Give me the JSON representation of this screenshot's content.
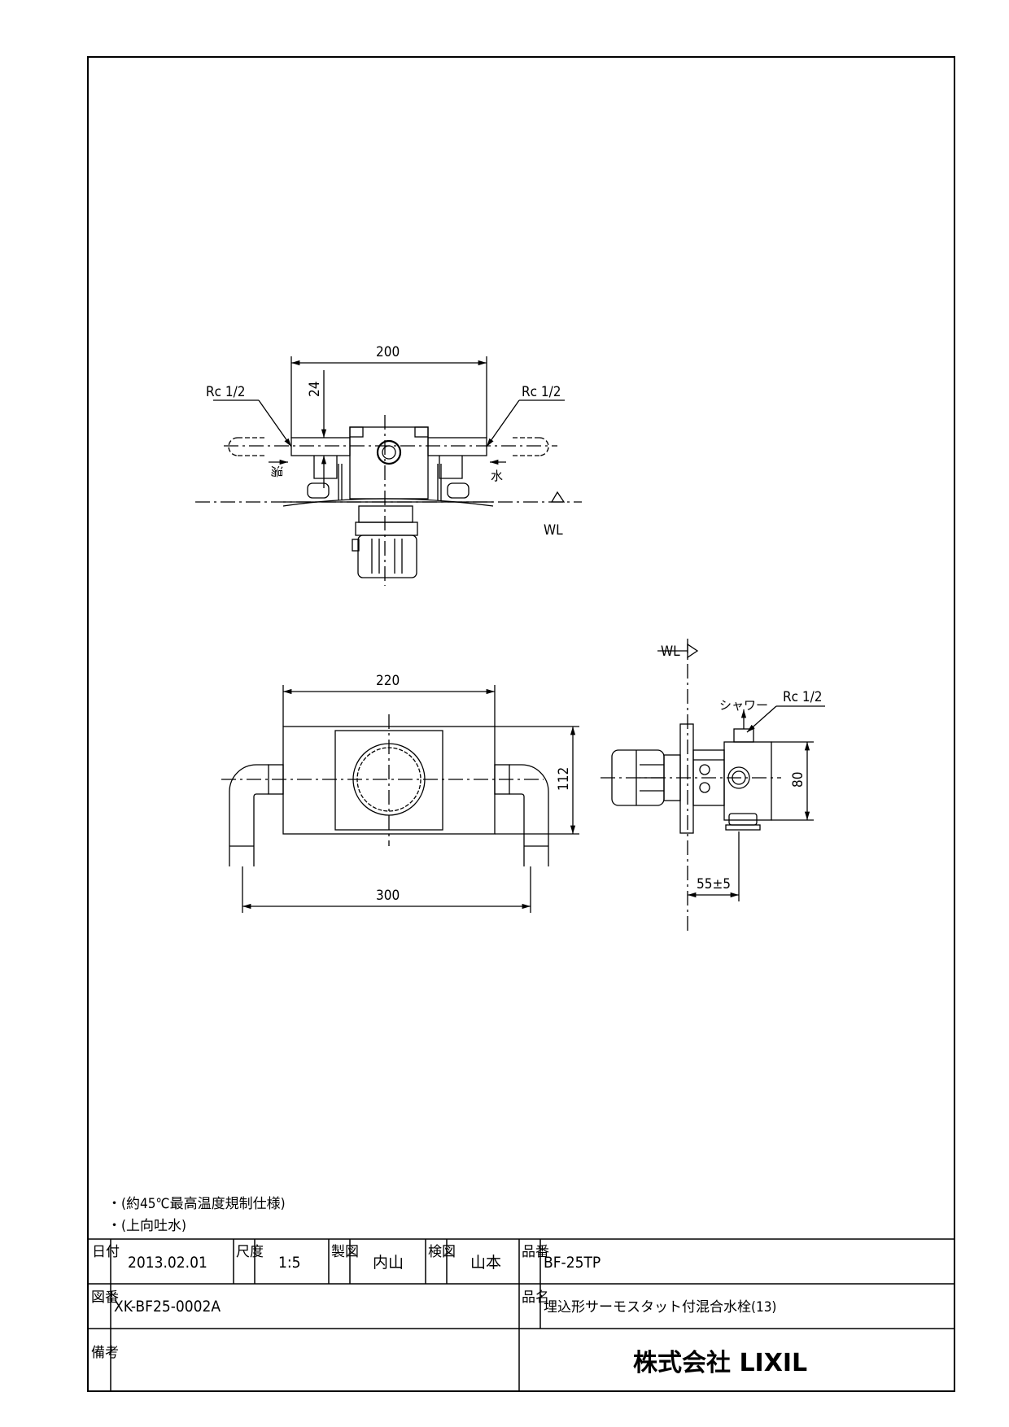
{
  "top_view": {
    "dim_width": "200",
    "dim_depth": "24",
    "port_left": "Rc 1/2",
    "port_right": "Rc 1/2",
    "label_hot": "湯",
    "label_cold": "水",
    "wall_line": "WL"
  },
  "front_view": {
    "dim_plate_width": "220",
    "dim_plate_height": "112",
    "dim_overall_width": "300"
  },
  "side_view": {
    "wall_line": "WL",
    "shower_label": "シャワー",
    "port": "Rc 1/2",
    "dim_height": "80",
    "dim_depth": "55±5"
  },
  "notes": [
    "・(約45℃最高温度規制仕様)",
    "・(上向吐水)"
  ],
  "title_block": {
    "date_label": "日付",
    "date": "2013.02.01",
    "scale_label": "尺度",
    "scale": "1:5",
    "drawn_label": "製図",
    "drawn_by": "内山",
    "checked_label": "検図",
    "checked_by": "山本",
    "product_no_label": "品番",
    "product_no": "BF-25TP",
    "drawing_no_label": "図番",
    "drawing_no": "XK-BF25-0002A",
    "product_name_label": "品名",
    "product_name": "埋込形サーモスタット付混合水栓(13)",
    "remarks_label": "備考",
    "company": "株式会社 LIXIL"
  }
}
